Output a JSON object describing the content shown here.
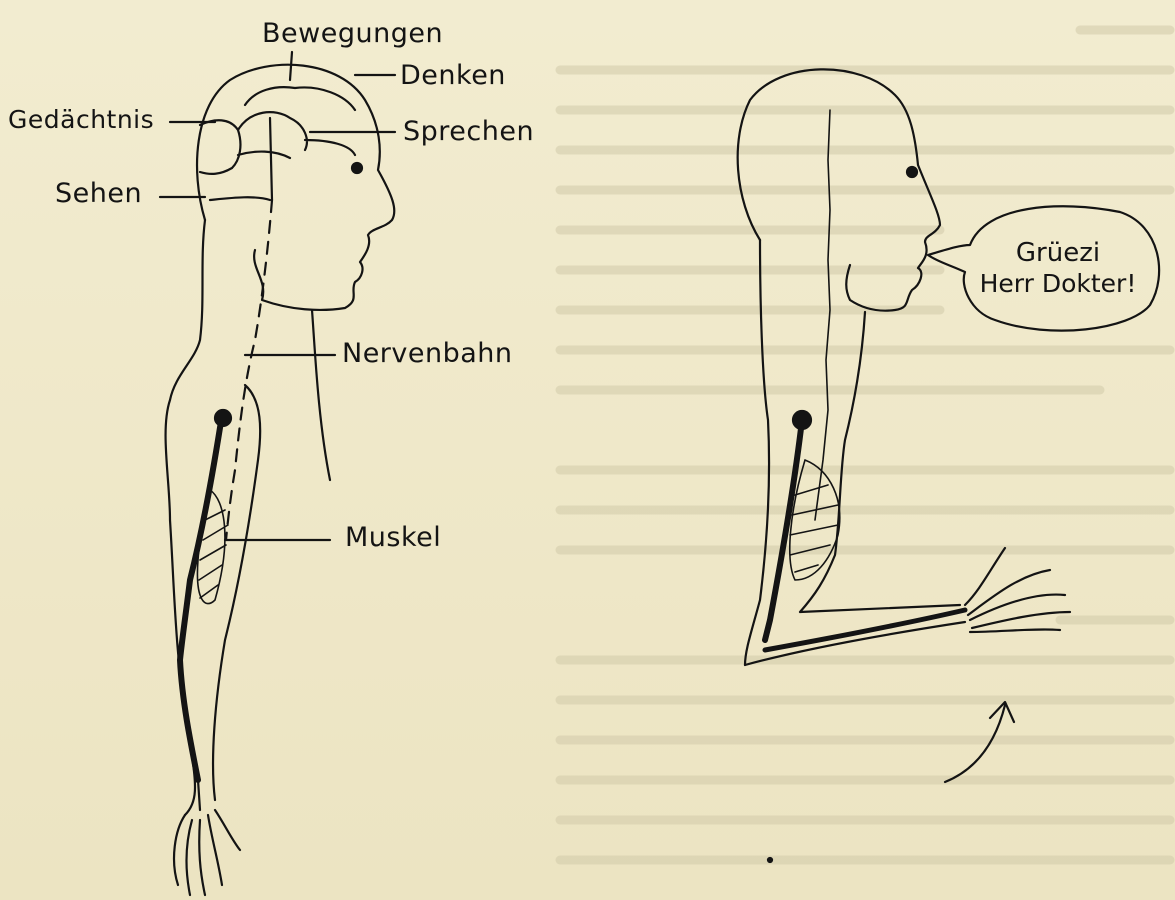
{
  "labels": {
    "bewegungen": "Bewegungen",
    "denken": "Denken",
    "gedaechtnis": "Gedächtnis",
    "sprechen": "Sprechen",
    "sehen": "Sehen",
    "nervenbahn": "Nervenbahn",
    "muskel": "Muskel"
  },
  "speech_bubble": {
    "line1": "Grüezi",
    "line2": "Herr Dokter!"
  },
  "colors": {
    "paper": "#efe8c9",
    "ink": "#141414",
    "faded_text": "#cdc6a8"
  }
}
